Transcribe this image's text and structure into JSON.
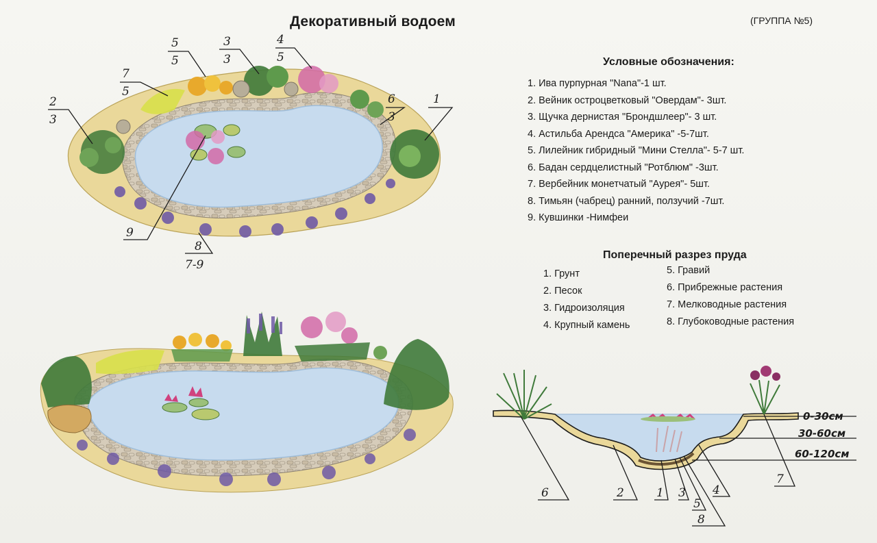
{
  "title": "Декоративный водоем",
  "group": "(ГРУППА  №5)",
  "legend": {
    "heading": "Условные обозначения:",
    "items": [
      "1. Ива пурпурная \"Nana\"-1 шт.",
      "2. Вейник остроцветковый \"Овердам\"- 3шт.",
      "3. Щучка дернистая  \"Брондшлеер\"- 3 шт.",
      "4. Астильба Арендса \"Америка\" -5-7шт.",
      "5. Лилейник гибридный  \"Мини Стелла\"- 5-7 шт.",
      "6. Бадан сердцелистный \"Ротблюм\" -3шт.",
      "7. Вербейник монетчатый \"Аурея\"- 5шт.",
      "8. Тимьян (чабрец) ранний, ползучий -7шт.",
      "9. Кувшинки -Нимфеи"
    ]
  },
  "section": {
    "heading": "Поперечный разрез пруда",
    "left": [
      "1. Грунт",
      "2. Песок",
      "3. Гидроизоляция",
      "4. Крупный камень"
    ],
    "right": [
      "5. Гравий",
      "6. Прибрежные растения",
      "7. Мелководные растения",
      "8. Глубоководные растения"
    ]
  },
  "plan_labels": {
    "l1": "1",
    "l2": "2",
    "l2b": "3",
    "l3": "3",
    "l3b": "3",
    "l4": "4",
    "l4b": "5",
    "l5": "5",
    "l5b": "5",
    "l6": "6",
    "l6b": "3",
    "l7": "7",
    "l7b": "5",
    "l8": "8",
    "l8b": "7-9",
    "l9": "9"
  },
  "cross_labels": {
    "d1": "0-30см",
    "d2": "30-60см",
    "d3": "60-120см",
    "c6": "6",
    "c2": "2",
    "c1": "1",
    "c3": "3",
    "c5": "5",
    "c8": "8",
    "c4": "4",
    "c7": "7"
  },
  "colors": {
    "water": "#c7dbee",
    "water_edge": "#9fbdd9",
    "stone": "#d4cab8",
    "sand": "#e8d27a",
    "grass": "#3f7a3a",
    "yellow_moss": "#d8e04a",
    "pink": "#d26aa7",
    "purple": "#6f5aa6",
    "orange": "#e8a92c",
    "line": "#1c1c1c"
  }
}
